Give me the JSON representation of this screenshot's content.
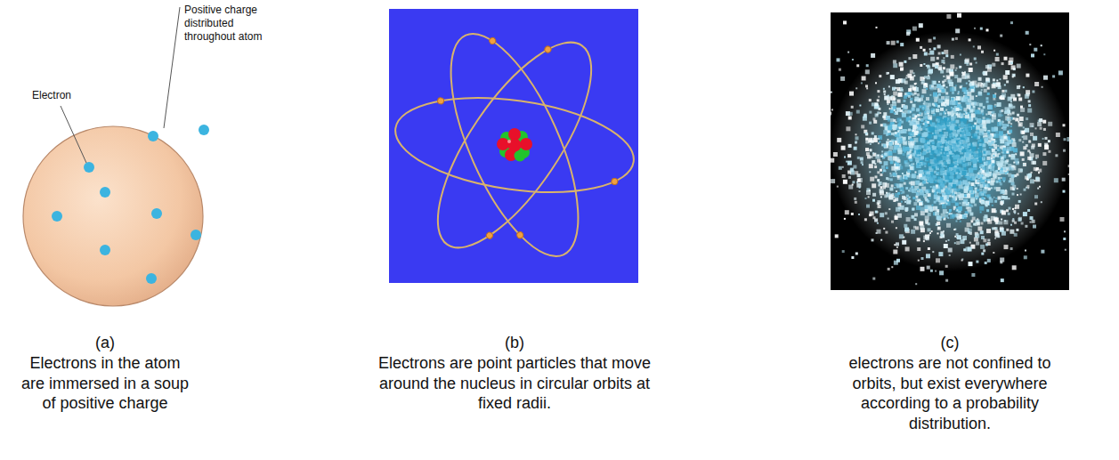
{
  "diagram": {
    "labels": [
      "Electron",
      "Positive charge distributed throughout atom",
      "(a)",
      "Electrons in the atom are immersed in a soup of positive charge",
      "(b)",
      "Electrons are point particles that move around the nucleus in circular orbits at fixed radii.",
      "(c)",
      "electrons are not confined to orbits, but exist everywhere according to a probability distribution."
    ]
  }
}
